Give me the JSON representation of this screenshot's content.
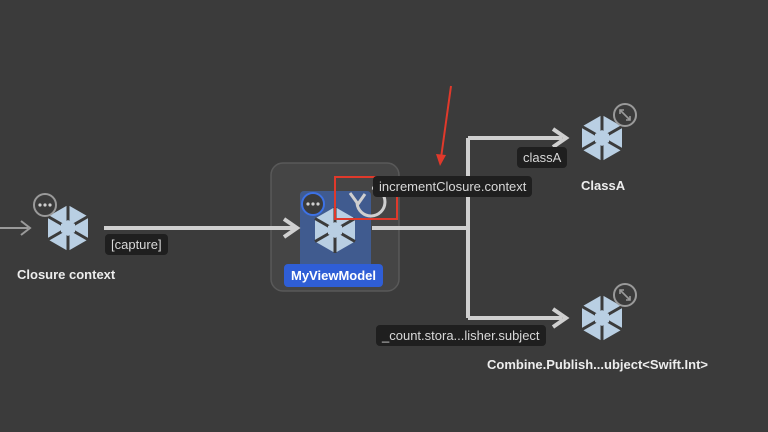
{
  "nodes": {
    "closure_context": {
      "label": "Closure context"
    },
    "view_model": {
      "label": "MyViewModel",
      "selected": true
    },
    "class_a": {
      "label": "ClassA"
    },
    "publisher": {
      "label": "Combine.Publish...ubject<Swift.Int>"
    }
  },
  "edges": {
    "capture": {
      "label": "[capture]"
    },
    "increment": {
      "label": "incrementClosure.context"
    },
    "class_a": {
      "label": "classA"
    },
    "subject": {
      "label": "_count.stora...lisher.subject"
    }
  },
  "icons": {
    "node": "memory-object-icon",
    "more": "ellipsis-icon",
    "expand": "expand-arrows-icon",
    "cycle": "cycle-arrow-icon"
  },
  "colors": {
    "background": "#3b3b3b",
    "edge": "#d0d0d0",
    "selection": "#2f5ed6",
    "annotation": "#e0392b",
    "node_icon": "#b9cfe3"
  }
}
